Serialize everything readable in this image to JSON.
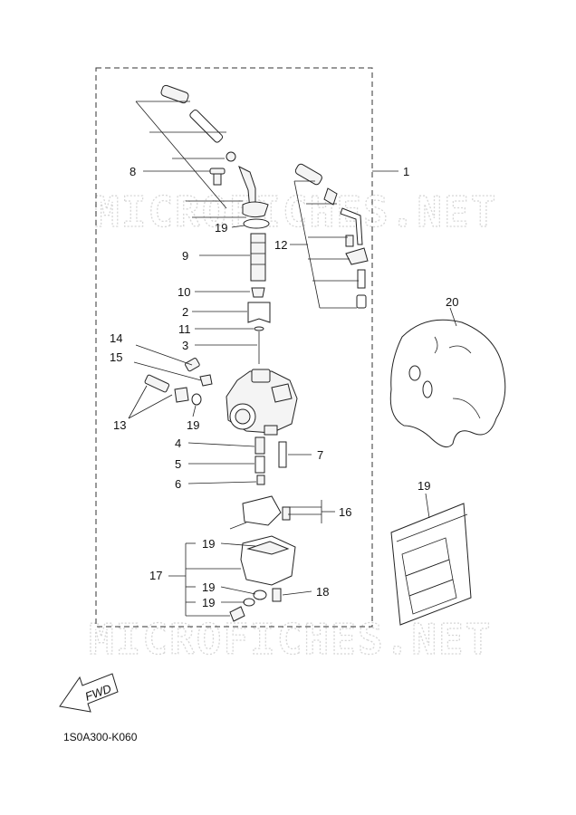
{
  "watermark": "MICROFICHES.NET",
  "diagram_code": "1S0A300-K060",
  "direction_label": "FWD",
  "callouts": {
    "c1": "1",
    "c2": "2",
    "c3": "3",
    "c4": "4",
    "c5": "5",
    "c6": "6",
    "c7": "7",
    "c8": "8",
    "c9": "9",
    "c10": "10",
    "c11": "11",
    "c12": "12",
    "c13": "13",
    "c14": "14",
    "c15": "15",
    "c16": "16",
    "c17": "17",
    "c18": "18",
    "c19_top": "19",
    "c19_mid": "19",
    "c19_bowl_a": "19",
    "c19_bowl_b": "19",
    "c19_bowl_c": "19",
    "c19_bag": "19",
    "c20": "20"
  }
}
